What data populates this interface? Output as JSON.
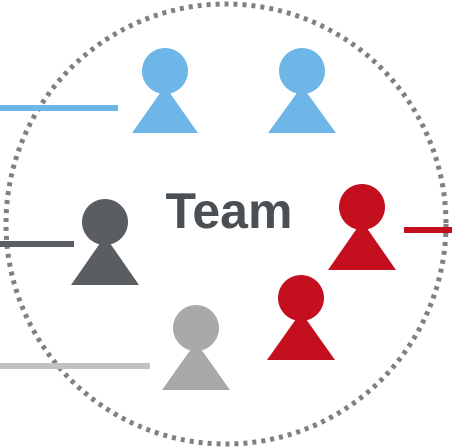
{
  "diagram": {
    "title": "Team",
    "colors": {
      "title": "#4a4f54",
      "ring": "#808080",
      "blue": "#6db6e7",
      "dark": "#5a5d61",
      "red": "#c40f1f",
      "gray": "#a9a9a9"
    },
    "icons": [
      {
        "name": "person-blue-icon-1",
        "color_key": "blue"
      },
      {
        "name": "person-blue-icon-2",
        "color_key": "blue"
      },
      {
        "name": "person-dark-icon",
        "color_key": "dark"
      },
      {
        "name": "person-red-icon-1",
        "color_key": "red"
      },
      {
        "name": "person-red-icon-2",
        "color_key": "red"
      },
      {
        "name": "person-gray-icon",
        "color_key": "gray"
      }
    ]
  }
}
